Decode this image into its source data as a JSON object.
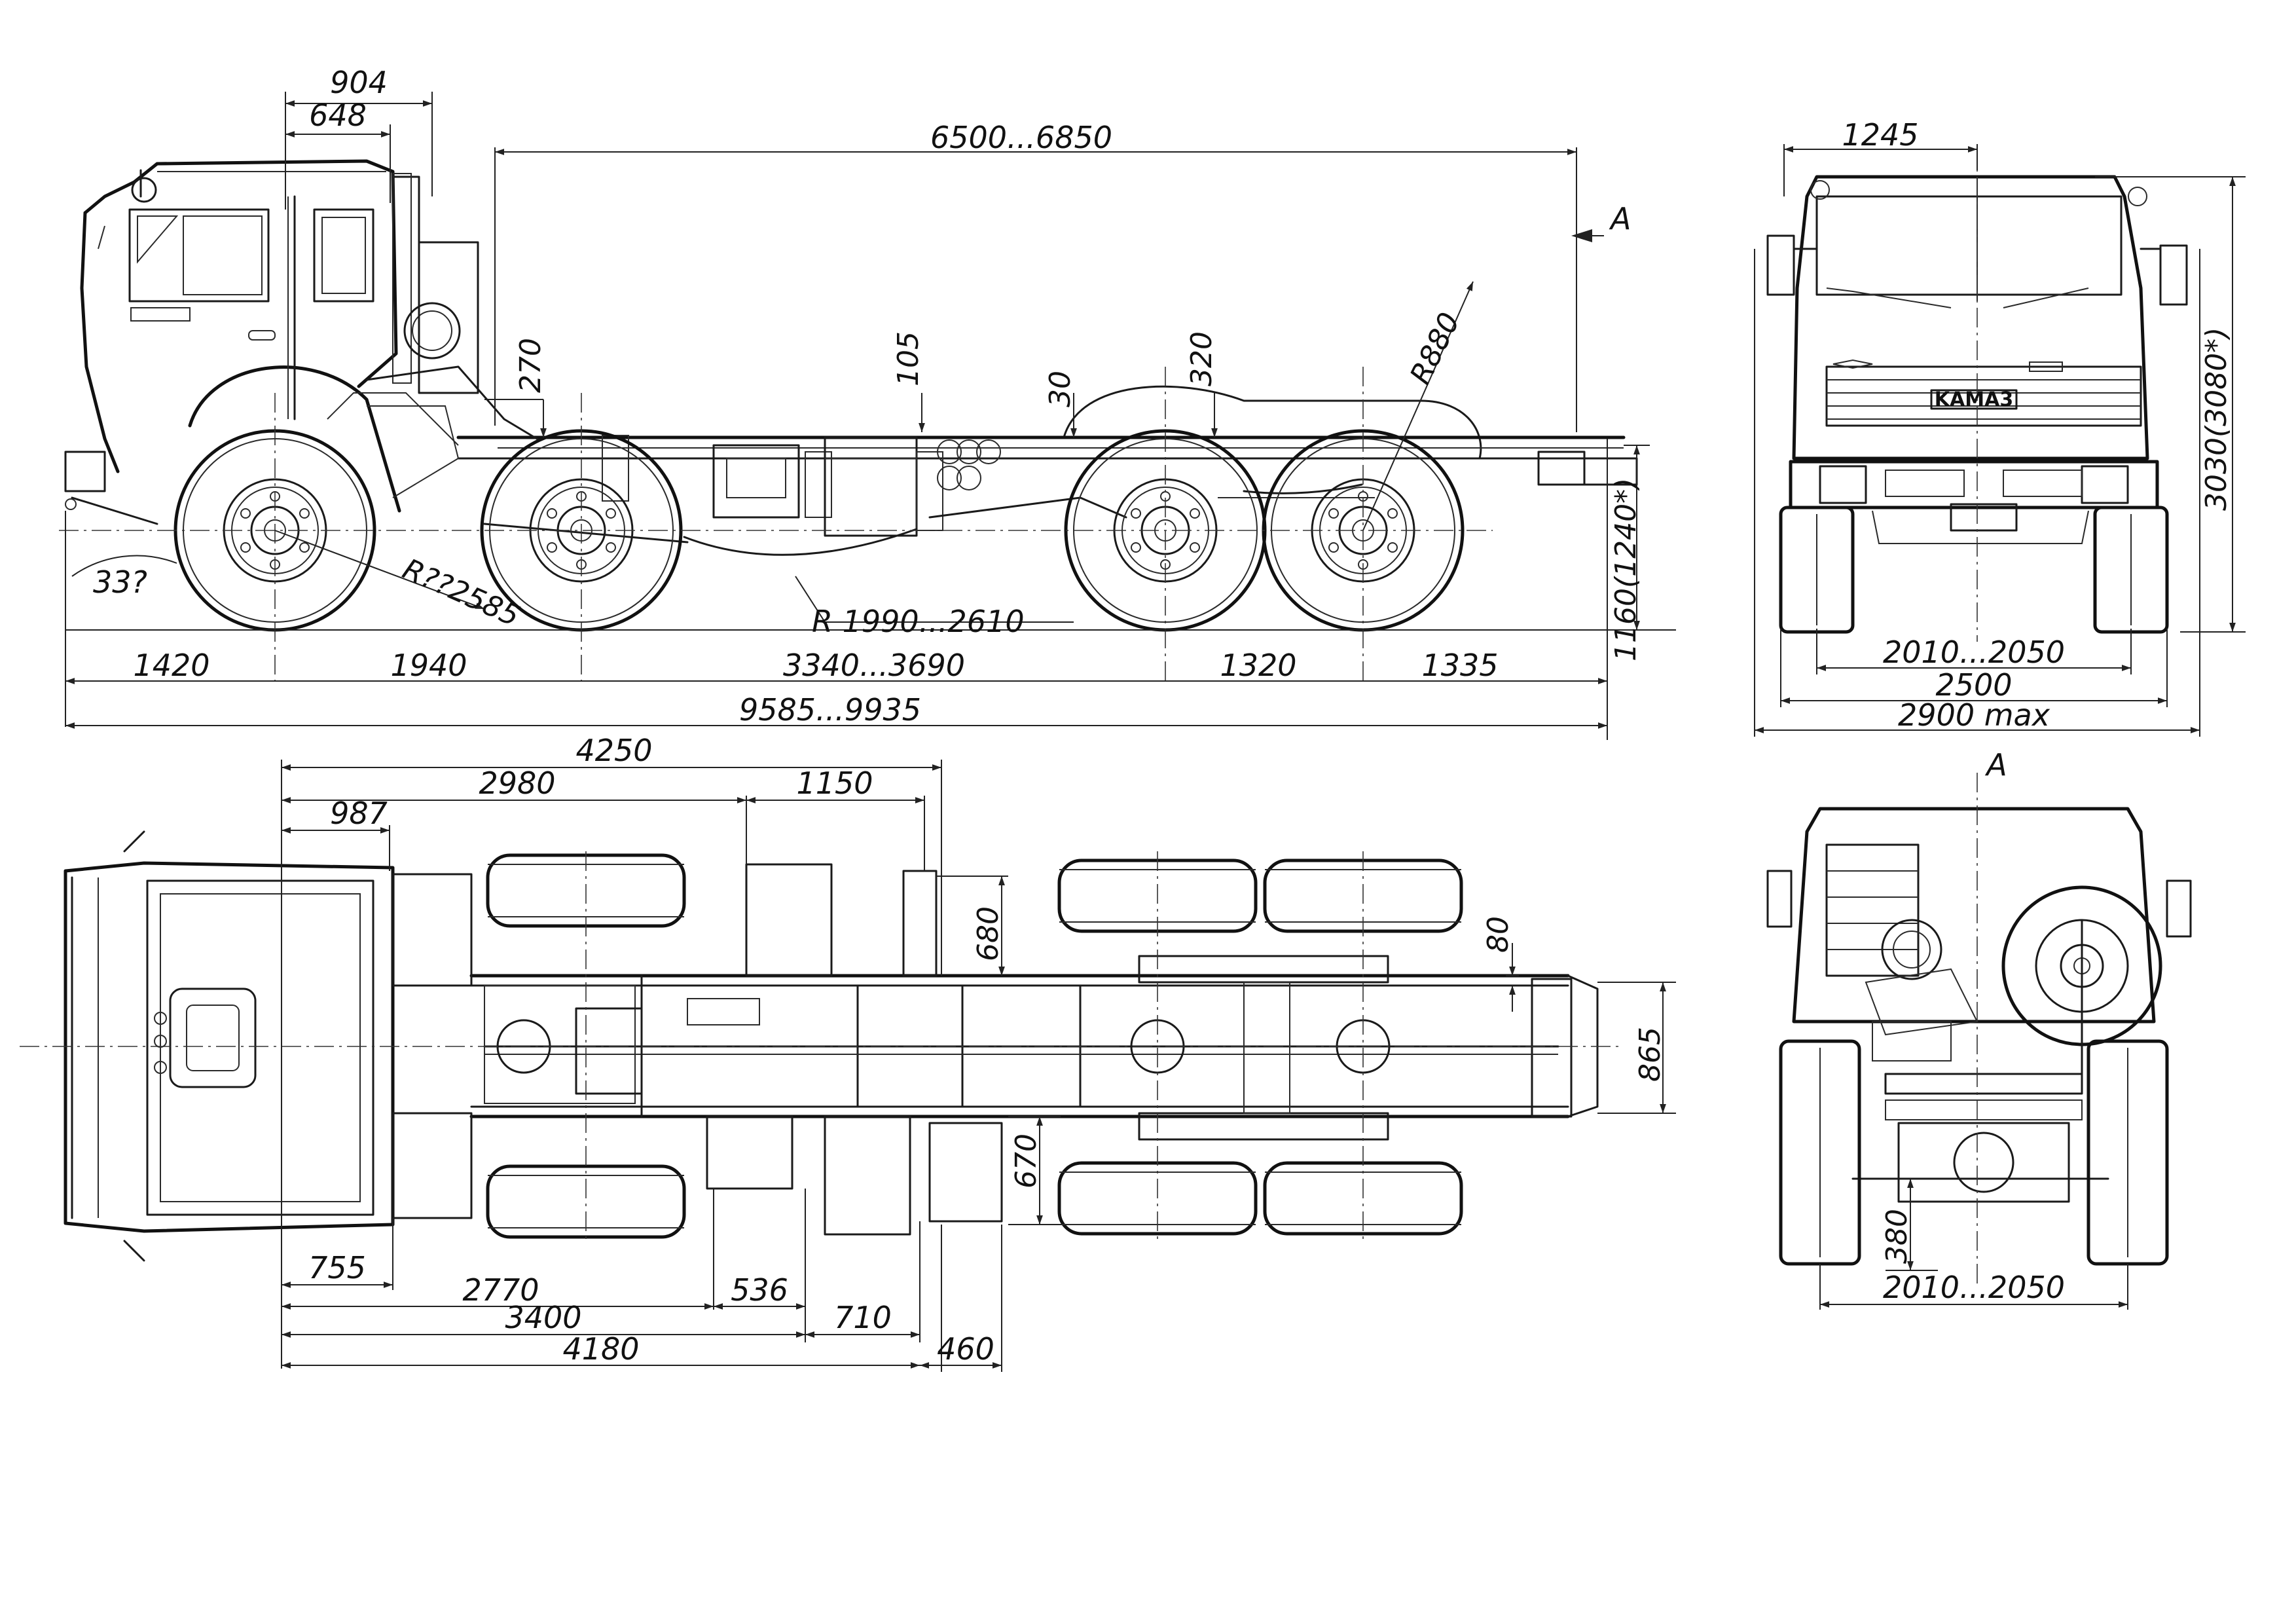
{
  "side_view": {
    "dims": {
      "d904": "904",
      "d648": "648",
      "d6500": "6500...6850",
      "d270": "270",
      "d105": "105",
      "d30": "30",
      "d320": "320",
      "r880": "R880",
      "d1160": "1160(1240*)",
      "angle33": "33?",
      "r2585": "R??2585",
      "r1990": "R 1990...2610",
      "d1420": "1420",
      "d1940": "1940",
      "d3340": "3340...3690",
      "d1320": "1320",
      "d1335": "1335",
      "d9585": "9585...9935"
    },
    "section_marker": "A"
  },
  "front_view": {
    "dims": {
      "d1245": "1245",
      "d3030": "3030(3080*)",
      "d2010": "2010...2050",
      "d2500": "2500",
      "d2900": "2900 max"
    },
    "logo_text": "KAMA3"
  },
  "top_view": {
    "dims": {
      "d4250": "4250",
      "d2980": "2980",
      "d1150": "1150",
      "d987": "987",
      "d680": "680",
      "d80": "80",
      "d865": "865",
      "d670": "670",
      "d755": "755",
      "d2770": "2770",
      "d536": "536",
      "d3400": "3400",
      "d710": "710",
      "d4180": "4180",
      "d460": "460"
    }
  },
  "rear_view": {
    "section_label": "A",
    "dims": {
      "d380": "380",
      "d2010": "2010...2050"
    }
  }
}
